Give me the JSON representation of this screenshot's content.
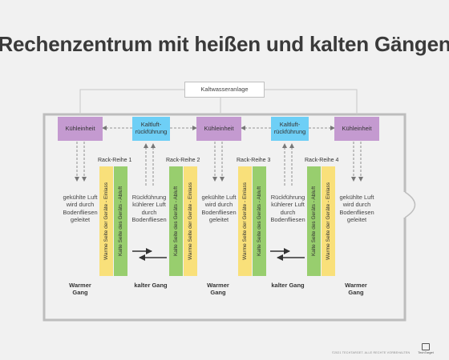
{
  "title": "Rechenzentrum mit heißen und kalten Gängen",
  "chiller_plant": "Kaltwasseranlage",
  "cooling_unit": "Kühleinheit",
  "return_unit": "Kaltluft-\nrückführung",
  "racks": [
    {
      "label": "Rack-Reihe 1",
      "first": "Warme Seite der Geräte - Einlass",
      "second": "Kalte Seite des Geräts - Abluft"
    },
    {
      "label": "Rack-Reihe 2",
      "first": "Kalte Seite des Geräts - Abluft",
      "second": "Warme Seite der Geräte - Einlass"
    },
    {
      "label": "Rack-Reihe 3",
      "first": "Warme Seite der Geräte - Einlass",
      "second": "Kalte Seite des Geräts - Abluft"
    },
    {
      "label": "Rack-Reihe 4",
      "first": "Kalte Seite des Geräts - Abluft",
      "second": "Warme Seite der Geräte - Einlass"
    }
  ],
  "cooled_air_text": "gekühlte Luft\nwird durch\nBodenfliesen\ngeleitet",
  "return_air_text": "Rückführung\nkühlerer Luft\ndurch\nBodenfliesen",
  "warm_aisle": "Warmer\nGang",
  "cold_aisle": "kalter Gang",
  "copyright": "©2021 TECHTARGET. ALLE RECHTE VORBEHALTEN",
  "logo": "TechTarget",
  "colors": {
    "cooling_unit": "#c49ad0",
    "return_unit": "#6ecff6",
    "warm_side": "#f9e07a",
    "cold_side": "#98ce6e",
    "room_outline": "#bdbdbd",
    "arrow": "#333333"
  }
}
